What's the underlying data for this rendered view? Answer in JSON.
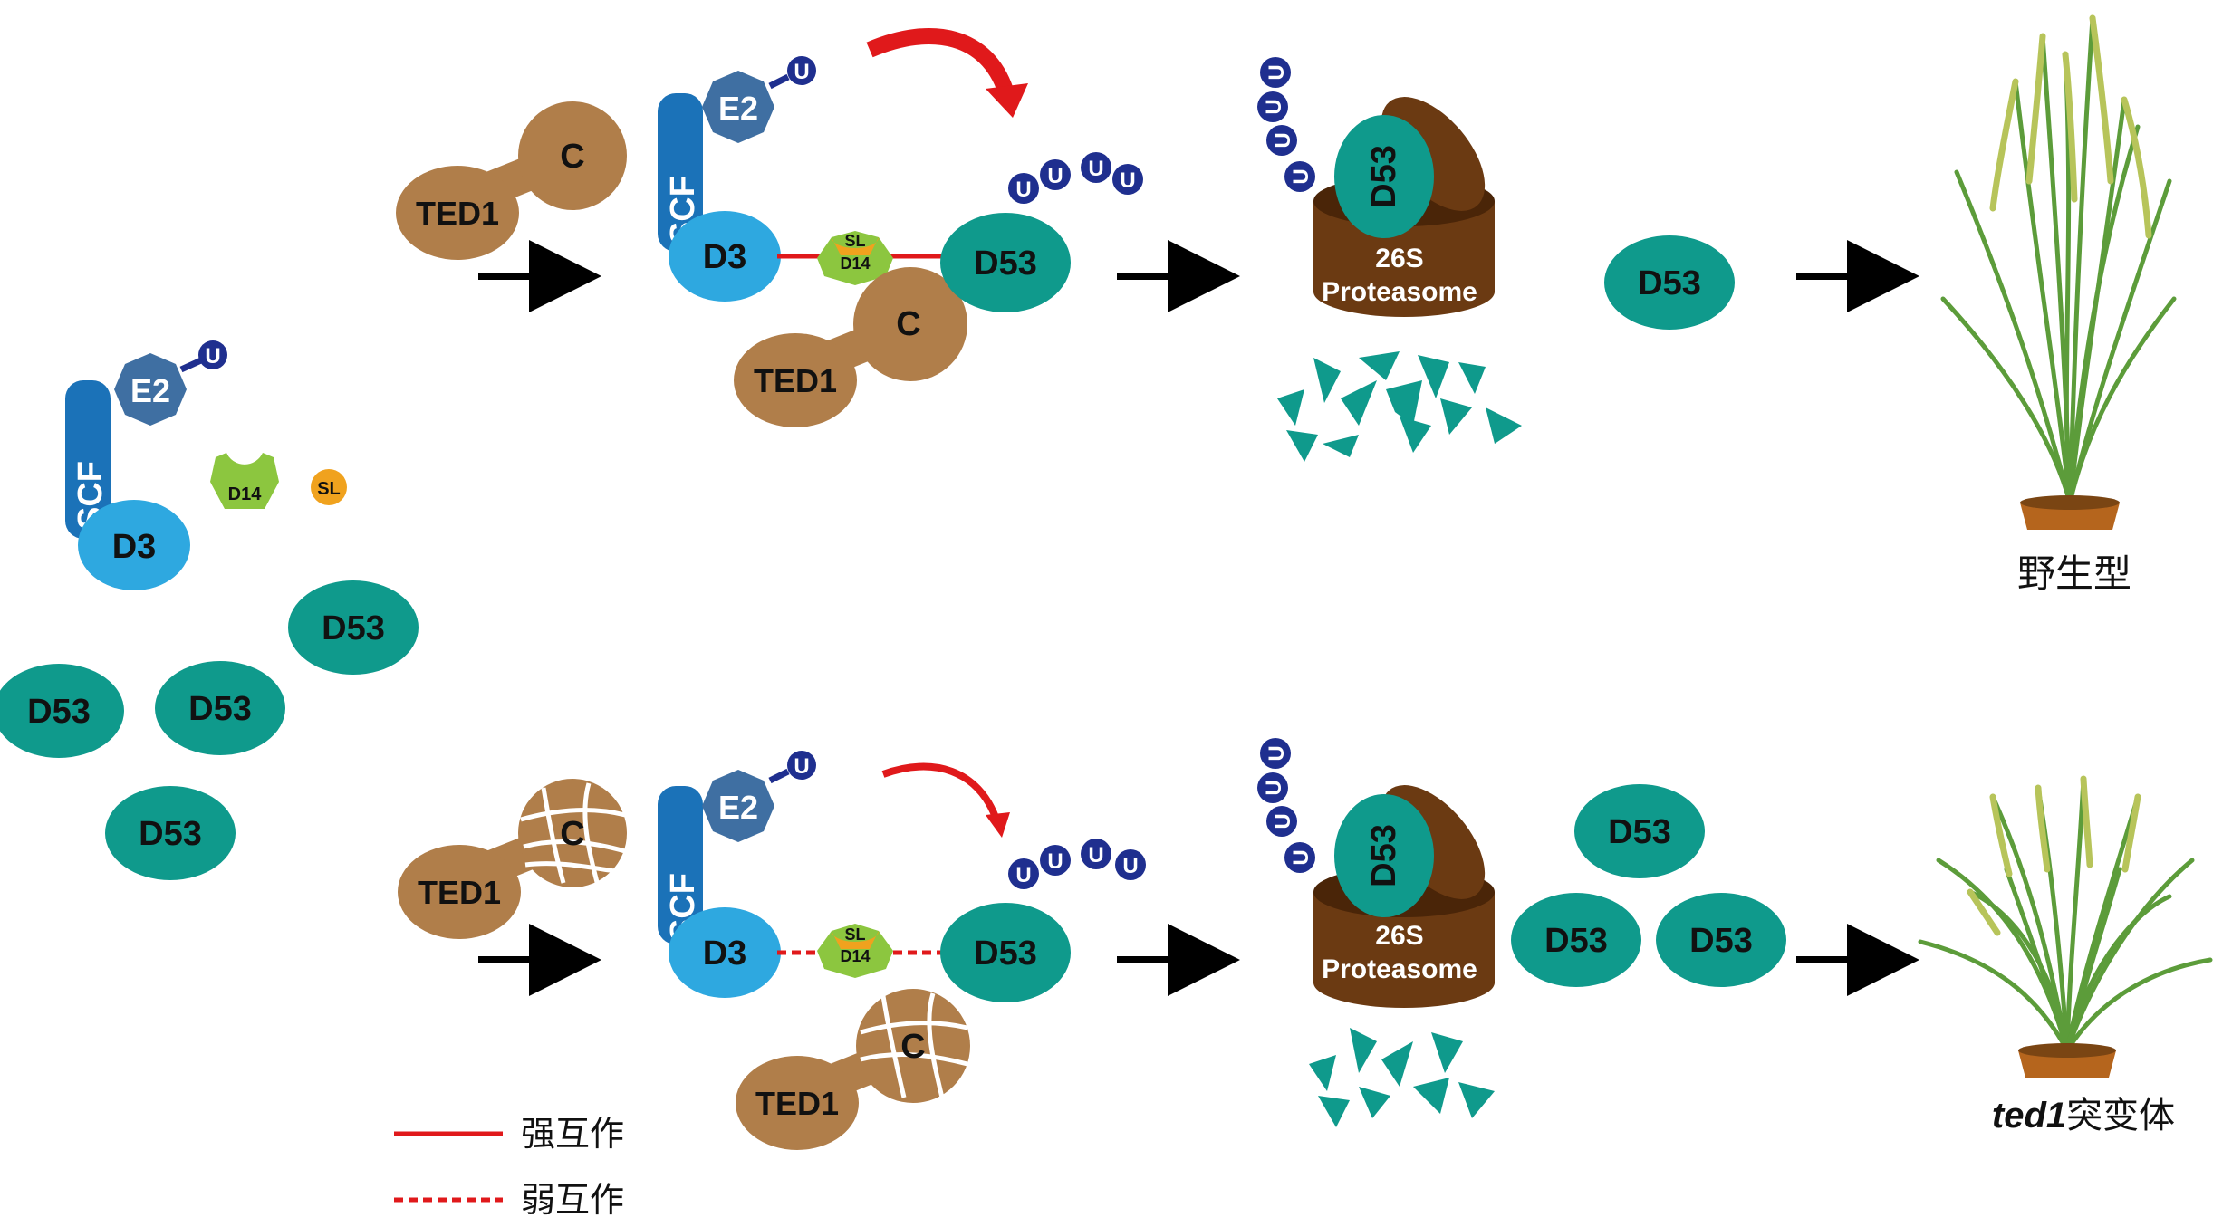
{
  "colors": {
    "ted1": "#b07e4a",
    "d53": "#0f9a8c",
    "d3": "#2ea8e0",
    "scf": "#1b72b8",
    "e2": "#3f6fa2",
    "ubiquitin": "#1f2f8f",
    "d14": "#8cc63f",
    "sl": "#f0a21e",
    "proteasome": "#6b3a12",
    "arrow": "#000000",
    "red": "#e0191b"
  },
  "labels": {
    "ted1": "TED1",
    "c": "C",
    "scf": "SCF",
    "e2": "E2",
    "u": "U",
    "d3": "D3",
    "d14": "D14",
    "sl": "SL",
    "d53": "D53",
    "proteasome_26s": "26S",
    "proteasome": "Proteasome"
  },
  "outcomes": {
    "wild_type": "野生型",
    "mutant_italic": "ted1",
    "mutant_suffix": "突变体"
  },
  "legend": {
    "strong": "强互作",
    "weak": "弱互作"
  }
}
